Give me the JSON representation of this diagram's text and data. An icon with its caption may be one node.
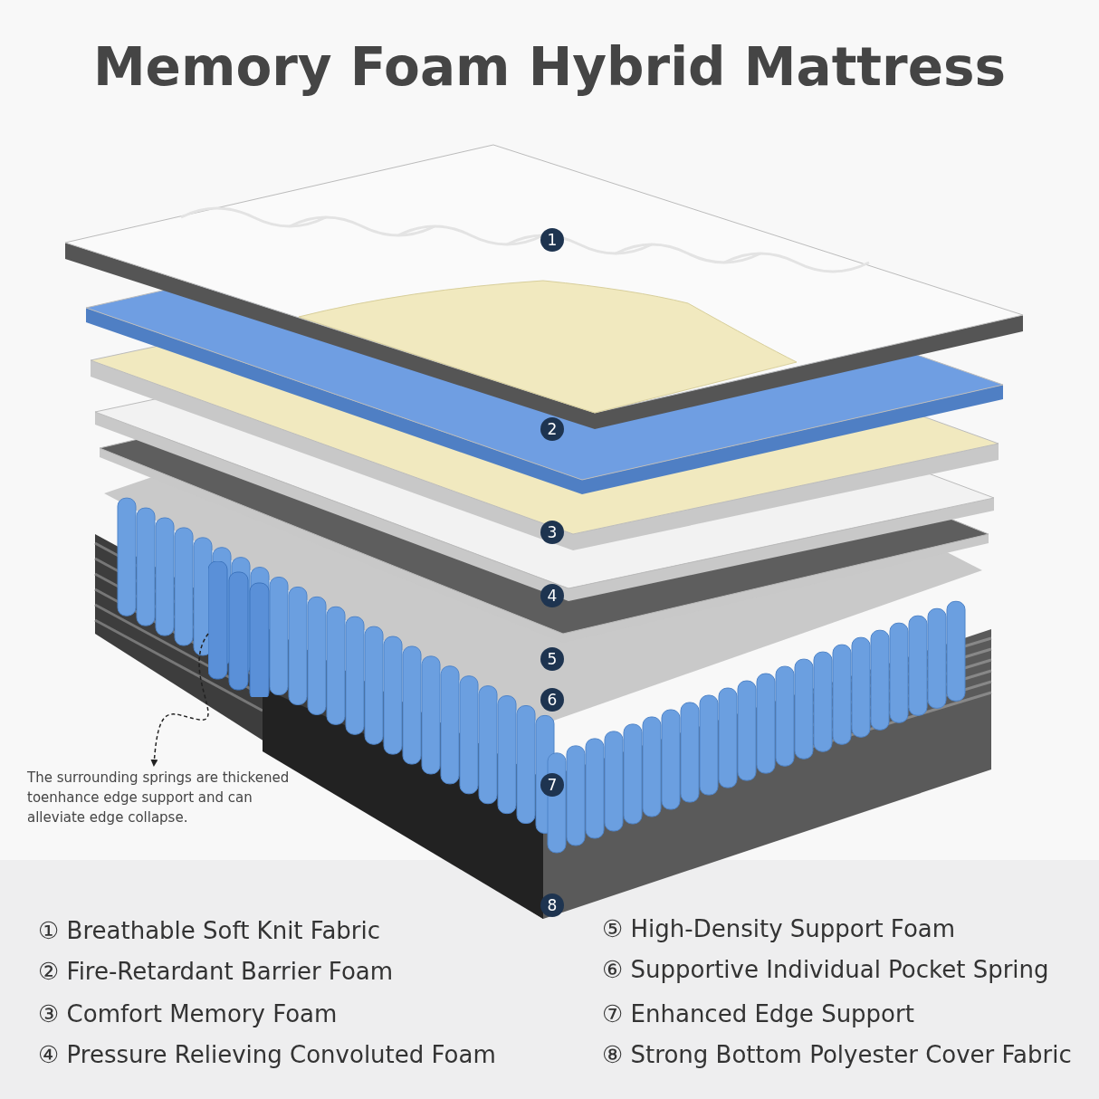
{
  "diagram": {
    "title": "Memory Foam Hybrid Mattress",
    "nodes": [
      {
        "text": [
          "The surrounding springs are thickened toenhance edge support and can alleviate edge collapse."
        ]
      },
      {
        "text": [],
        "shape": "picture"
      }
    ],
    "edges": [
      {
        "from": 1,
        "to": 0,
        "arrow": "to",
        "style": "dashed"
      }
    ],
    "labels": [
      "1",
      "2",
      "3",
      "4",
      "5",
      "6",
      "7",
      "8",
      "① Breathable Soft Knit Fabric",
      "② Fire-Retardant Barrier Foam",
      "③ Comfort Memory Foam",
      "④ Pressure Relieving Convoluted Foam",
      "⑤ High-Density Support Foam",
      "⑥ Supportive Individual Pocket Spring",
      "⑦ Enhanced Edge Support",
      "⑧ Strong Bottom Polyester Cover Fabric"
    ]
  }
}
